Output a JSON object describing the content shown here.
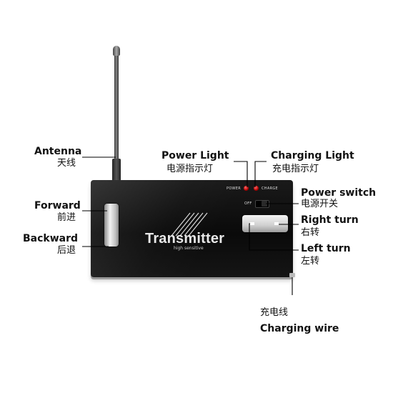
{
  "device": {
    "brand": "Transmitter",
    "brand_subtitle": "high sensitive",
    "power_indicator_label": "POWER",
    "charge_indicator_label": "CHARGE",
    "switch_off_label": "OFF"
  },
  "callouts": {
    "antenna": {
      "en": "Antenna",
      "cn": "天线"
    },
    "forward": {
      "en": "Forward",
      "cn": "前进"
    },
    "backward": {
      "en": "Backward",
      "cn": "后退"
    },
    "power_light": {
      "en": "Power Light",
      "cn": "电源指示灯"
    },
    "charging_light": {
      "en": "Charging Light",
      "cn": "充电指示灯"
    },
    "power_switch": {
      "en": "Power switch",
      "cn": "电源开关"
    },
    "right_turn": {
      "en": "Right turn",
      "cn": "右转"
    },
    "left_turn": {
      "en": "Left turn",
      "cn": "左转"
    },
    "charging_wire": {
      "en": "Charging wire",
      "cn": "充电线"
    }
  },
  "colors": {
    "led_red": "#d40000",
    "body": "#0d0d0d",
    "callout_line": "#000000"
  }
}
